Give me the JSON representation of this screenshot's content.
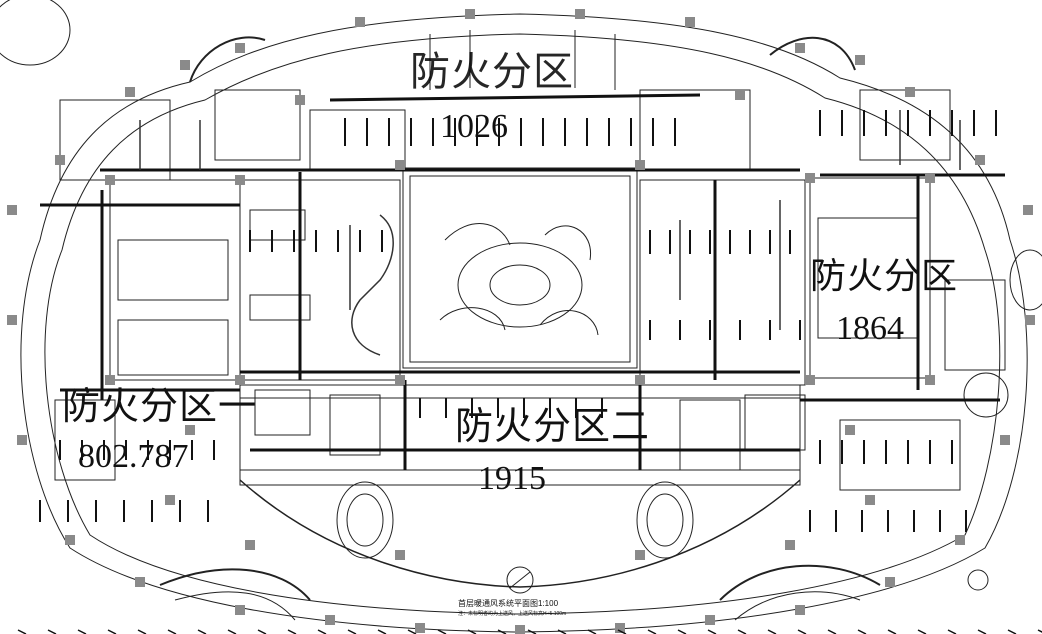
{
  "drawing": {
    "fire_zones": [
      {
        "label": "防火分区",
        "area": "1026"
      },
      {
        "label": "防火分区一",
        "area": "802.787"
      },
      {
        "label": "防火分区二",
        "area": "1915"
      },
      {
        "label": "防火分区",
        "area": "1864"
      }
    ],
    "title": "首层暖通风系统平面图",
    "scale": "1:100",
    "note": "注：未标明者均为上送风，上送风标高H+5.100m"
  }
}
